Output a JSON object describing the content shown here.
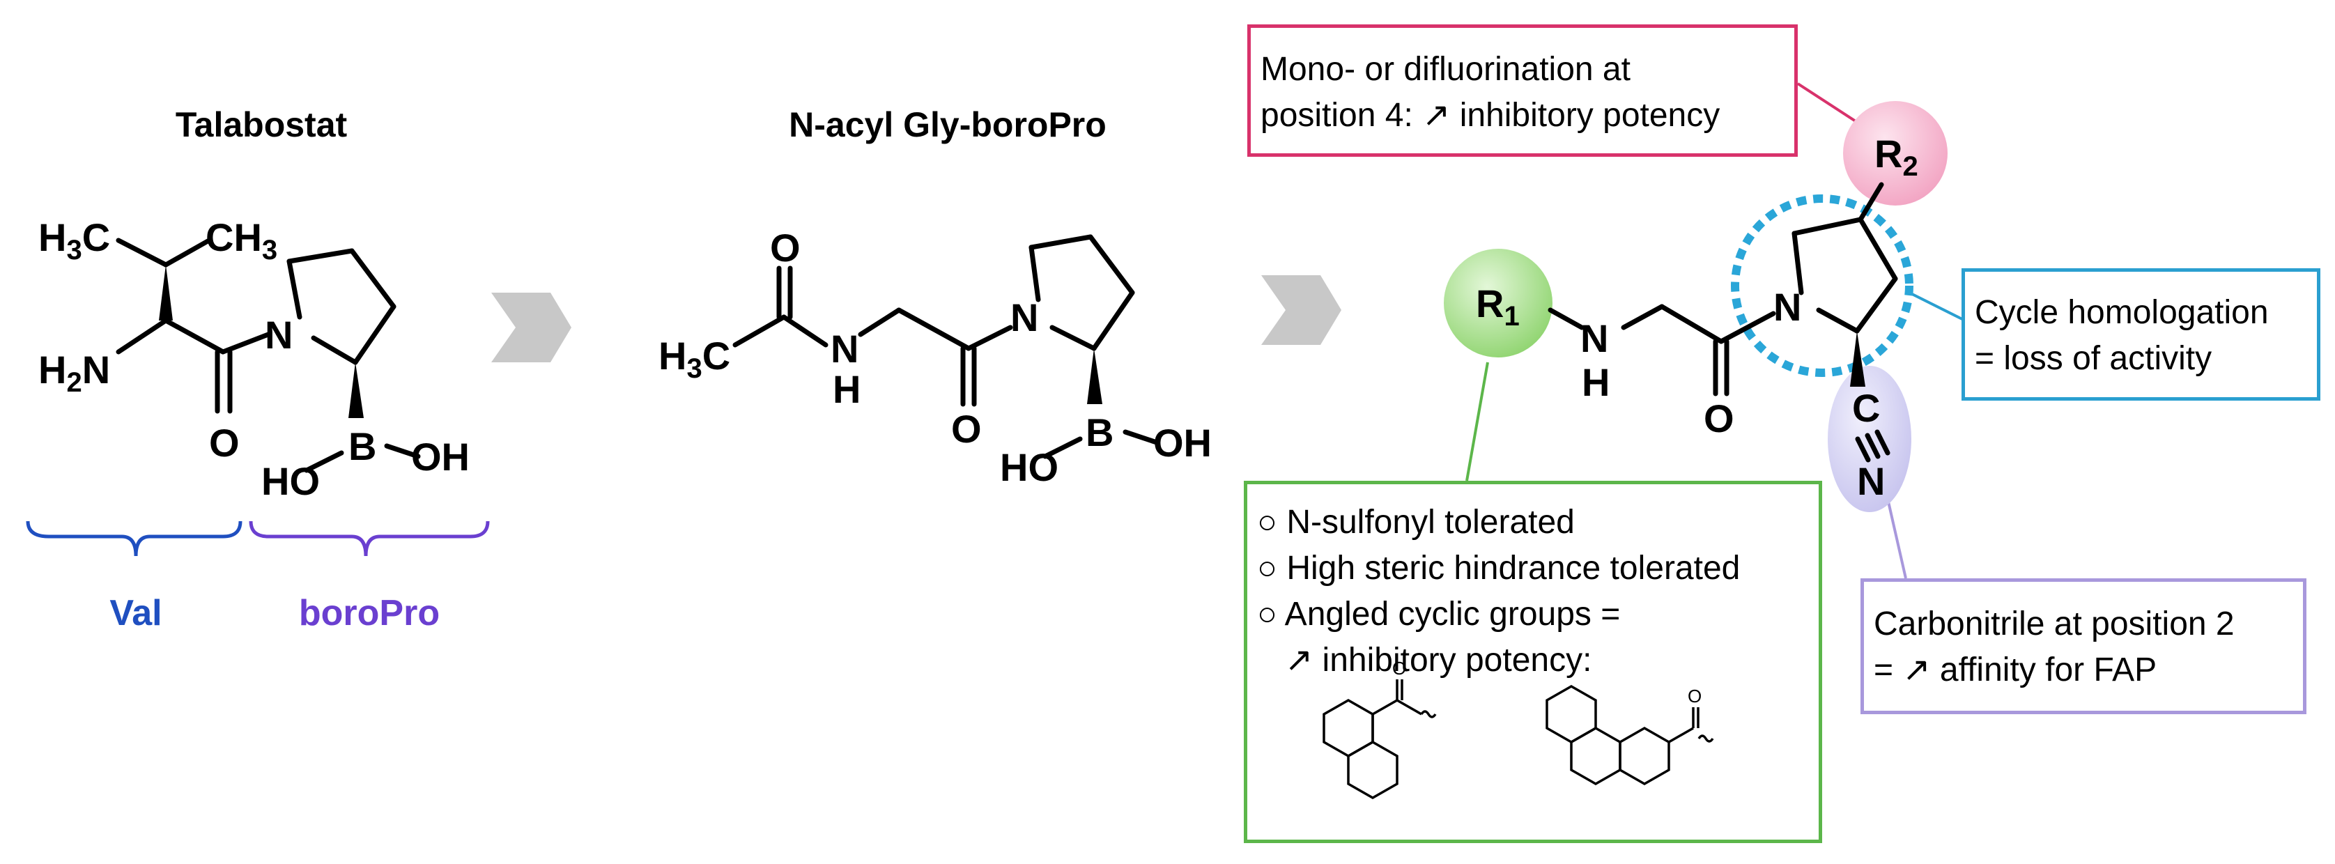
{
  "titles": {
    "talabostat": "Talabostat",
    "nacyl": "N-acyl Gly-boroPro"
  },
  "brackets": {
    "val": "Val",
    "boropro": "boroPro"
  },
  "boxes": {
    "fluorination": [
      "Mono- or difluorination at",
      "position 4: ↗ inhibitory potency"
    ],
    "homologation": [
      "Cycle homologation",
      "= loss of activity"
    ],
    "carbonitrile": [
      "Carbonitrile at position 2",
      "= ↗ affinity for FAP"
    ],
    "r1": [
      "○ N-sulfonyl tolerated",
      "○ High steric hindrance tolerated",
      "○ Angled cyclic groups =",
      "↗ inhibitory potency:"
    ]
  },
  "colors": {
    "val": "#1f4fc0",
    "boropro": "#6a3fd0",
    "fluorination_border": "#d8326b",
    "homologation_border": "#2a9fd0",
    "carbonitrile_border": "#a898dc",
    "r1_border": "#5cb64a",
    "r1_circle": "#9fdd86",
    "r2_circle": "#f7b6cf",
    "cn_ellipse": "#d4d2f2",
    "dotted_ring": "#2aa6d8",
    "arrow": "#c8c8c8"
  }
}
